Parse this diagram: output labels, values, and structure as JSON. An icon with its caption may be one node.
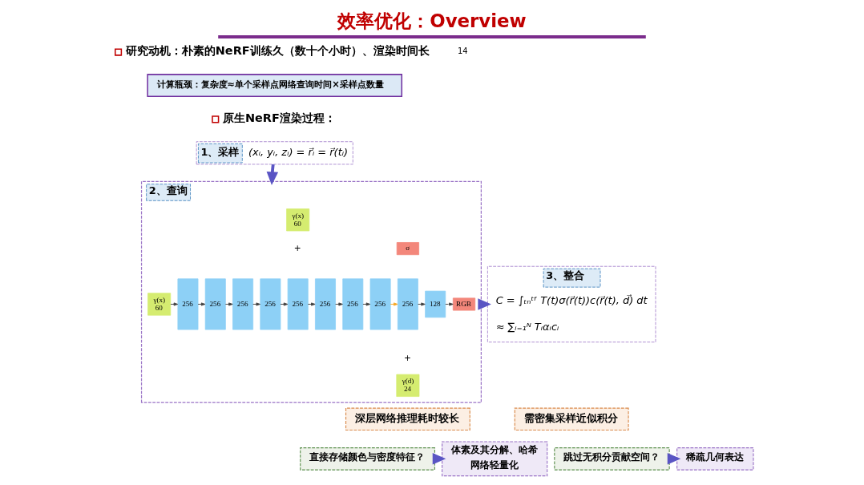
{
  "diagram": {
    "title": "效率优化：Overview",
    "nodes": [
      {
        "text": [
          "计算瓶颈：复杂度≈单个采样点网络查询时间×采样点数量"
        ]
      },
      {
        "text": [
          "1、采样",
          "(xᵢ, yᵢ, zᵢ) = r⃗ᵢ = r⃗(tᵢ)"
        ]
      },
      {
        "text": [
          "2、查询"
        ]
      },
      {
        "text": [
          "γ(x)",
          "60"
        ],
        "in": 2
      },
      {
        "text": [
          "256"
        ],
        "in": 2
      },
      {
        "text": [
          "256"
        ],
        "in": 2
      },
      {
        "text": [
          "256"
        ],
        "in": 2
      },
      {
        "text": [
          "256"
        ],
        "in": 2
      },
      {
        "text": [
          "256"
        ],
        "in": 2
      },
      {
        "text": [
          "256"
        ],
        "in": 2
      },
      {
        "text": [
          "256"
        ],
        "in": 2
      },
      {
        "text": [
          "256"
        ],
        "in": 2
      },
      {
        "text": [
          "256"
        ],
        "in": 2
      },
      {
        "text": [
          "128"
        ],
        "in": 2
      },
      {
        "text": [
          "RGB"
        ],
        "in": 2
      },
      {
        "text": [
          "γ(x)",
          "60"
        ],
        "in": 2
      },
      {
        "text": [
          "σ"
        ],
        "in": 2
      },
      {
        "text": [
          "γ(d)",
          "24"
        ],
        "in": 2
      },
      {
        "text": [
          "3、整合",
          "C = ∫ₜₙᵗᶠ T(t)σ(r⃗(t))c(r⃗(t), d⃗) dt",
          "≈ ∑ᵢ₌₁ᴺ Tᵢαᵢcᵢ"
        ]
      },
      {
        "text": [
          "深层网络推理耗时较长"
        ]
      },
      {
        "text": [
          "需密集采样近似积分"
        ]
      },
      {
        "text": [
          "直接存储颜色与密度特征？"
        ]
      },
      {
        "text": [
          "体素及其分解、哈希网络轻量化"
        ]
      },
      {
        "text": [
          "跳过无积分贡献空间？"
        ]
      },
      {
        "text": [
          "稀疏几何表达"
        ]
      }
    ],
    "edges": [
      {
        "from": 1,
        "to": 2,
        "arrow": "to",
        "style": "thick",
        "color": "#5a55c4"
      },
      {
        "from": 3,
        "to": 4,
        "arrow": "to"
      },
      {
        "from": 4,
        "to": 5,
        "arrow": "to"
      },
      {
        "from": 5,
        "to": 6,
        "arrow": "to"
      },
      {
        "from": 6,
        "to": 7,
        "arrow": "to"
      },
      {
        "from": 7,
        "to": 8,
        "arrow": "to"
      },
      {
        "from": 8,
        "to": 9,
        "arrow": "to"
      },
      {
        "from": 9,
        "to": 10,
        "arrow": "to"
      },
      {
        "from": 10,
        "to": 11,
        "arrow": "to"
      },
      {
        "from": 11,
        "to": 12,
        "arrow": "to",
        "color": "#f5a623"
      },
      {
        "from": 12,
        "to": 13,
        "arrow": "to"
      },
      {
        "from": 13,
        "to": 14,
        "arrow": "to",
        "style": "dashed"
      },
      {
        "from": 2,
        "to": 18,
        "arrow": "to",
        "style": "thick",
        "color": "#5a55c4"
      },
      {
        "from": 21,
        "to": 22,
        "arrow": "to",
        "style": "thick",
        "color": "#5a55c4"
      },
      {
        "from": 23,
        "to": 24,
        "arrow": "to",
        "style": "thick",
        "color": "#5a55c4"
      }
    ],
    "labels": [
      "14",
      "研究动机：朴素的NeRF训练久（数十个小时）、渲染时间长",
      "原生NeRF渲染过程：",
      "+",
      "+"
    ]
  }
}
